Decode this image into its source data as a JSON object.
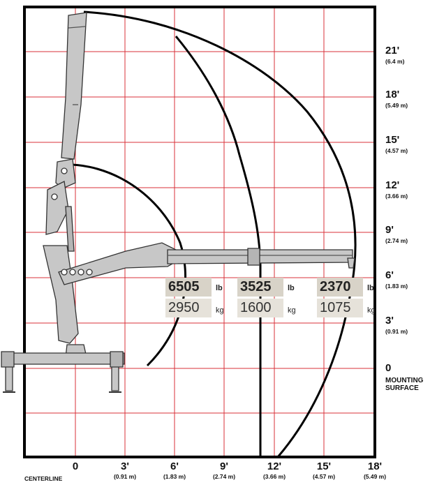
{
  "y_labels": [
    {
      "ft": "21'",
      "m": "(6.4 m)"
    },
    {
      "ft": "18'",
      "m": "(5.49 m)"
    },
    {
      "ft": "15'",
      "m": "(4.57 m)"
    },
    {
      "ft": "12'",
      "m": "(3.66 m)"
    },
    {
      "ft": "9'",
      "m": "(2.74 m)"
    },
    {
      "ft": "6'",
      "m": "(1.83 m)"
    },
    {
      "ft": "3'",
      "m": "(0.91 m)"
    }
  ],
  "y_zero": "0",
  "mounting_label_1": "MOUNTING",
  "mounting_label_2": "SURFACE",
  "x_labels": [
    {
      "ft": "0",
      "m": ""
    },
    {
      "ft": "3'",
      "m": "(0.91 m)"
    },
    {
      "ft": "6'",
      "m": "(1.83 m)"
    },
    {
      "ft": "9'",
      "m": "(2.74 m)"
    },
    {
      "ft": "12'",
      "m": "(3.66 m)"
    },
    {
      "ft": "15'",
      "m": "(4.57 m)"
    },
    {
      "ft": "18'",
      "m": "(5.49 m)"
    }
  ],
  "centerline_label": "CENTERLINE",
  "capacities": [
    {
      "lb": "6505",
      "lb_unit": "lb",
      "kg": "2950",
      "kg_unit": "kg"
    },
    {
      "lb": "3525",
      "lb_unit": "lb",
      "kg": "1600",
      "kg_unit": "kg"
    },
    {
      "lb": "2370",
      "lb_unit": "lb",
      "kg": "1075",
      "kg_unit": "kg"
    }
  ],
  "colors": {
    "grid": "#d9303a",
    "frame": "#000000",
    "crane_fill": "#c7c7c7",
    "curve": "#000000"
  }
}
